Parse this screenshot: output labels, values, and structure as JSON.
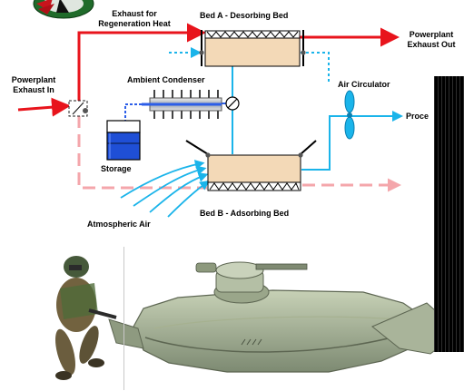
{
  "labels": {
    "exhaust_regen": "Exhaust for\nRegeneration Heat",
    "bed_a": "Bed A - Desorbing Bed",
    "powerplant_out": "Powerplant\nExhaust Out",
    "powerplant_in": "Powerplant\nExhaust In",
    "ambient_condenser": "Ambient Condenser",
    "air_circulator": "Air Circulator",
    "process": "Proce",
    "storage": "Storage",
    "atmospheric_air": "Atmospheric Air",
    "bed_b": "Bed B - Adsorbing Bed"
  },
  "colors": {
    "hot_exhaust": "#e8141c",
    "faded_exhaust": "#f4a6ab",
    "process_air": "#1ab4ea",
    "condenser_line": "#2c5ee8",
    "storage_water": "#1f4fd6",
    "bed_fill": "#f3d9b7",
    "panel": "#000000"
  },
  "icons": {
    "logo": "emblem-logo-icon",
    "soldier": "soldier-figure-icon",
    "tank": "hover-tank-icon",
    "fan": "fan-icon",
    "valve": "diverter-valve-icon"
  }
}
